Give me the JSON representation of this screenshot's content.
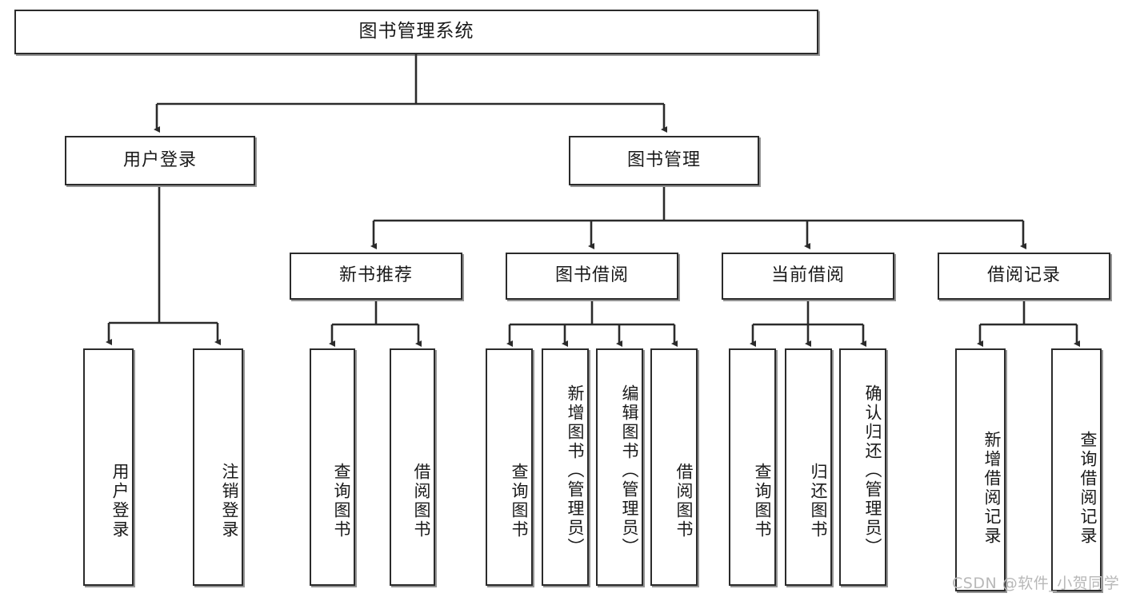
{
  "diagram": {
    "title": "图书管理系统",
    "watermark": "CSDN @软件_小贺同学",
    "colors": {
      "stroke": "#2b2b2b",
      "fill": "#ffffff",
      "text": "#1a1a1a",
      "watermark": "#b8b8b8"
    },
    "root": {
      "label": "图书管理系统"
    },
    "level2": [
      {
        "label": "用户登录"
      },
      {
        "label": "图书管理"
      }
    ],
    "level3": [
      {
        "label": "新书推荐"
      },
      {
        "label": "图书借阅"
      },
      {
        "label": "当前借阅"
      },
      {
        "label": "借阅记录"
      }
    ],
    "leaves": {
      "user_login": [
        {
          "label": "用户登录"
        },
        {
          "label": "注销登录"
        }
      ],
      "new_book": [
        {
          "label": "查询图书"
        },
        {
          "label": "借阅图书"
        }
      ],
      "book_borrow": [
        {
          "label": "查询图书"
        },
        {
          "label": "新增图书（管理员）"
        },
        {
          "label": "编辑图书（管理员）"
        },
        {
          "label": "借阅图书"
        }
      ],
      "current_borrow": [
        {
          "label": "查询图书"
        },
        {
          "label": "归还图书"
        },
        {
          "label": "确认归还（管理员）"
        }
      ],
      "borrow_record": [
        {
          "label": "新增借阅记录"
        },
        {
          "label": "查询借阅记录"
        }
      ]
    }
  }
}
